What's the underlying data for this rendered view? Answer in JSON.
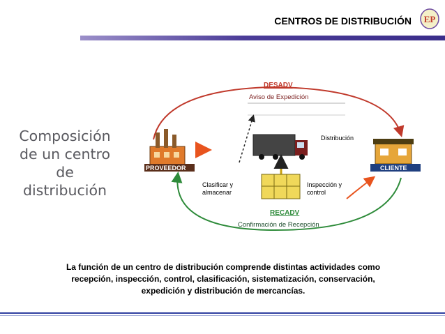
{
  "header": {
    "title": "CENTROS DE DISTRIBUCIÓN"
  },
  "side_title": {
    "lines": [
      "Composición",
      "de un centro",
      "de",
      "distribución"
    ]
  },
  "diagram": {
    "desadv": "DESADV",
    "aviso": "Aviso de Expedición",
    "recadv": "RECADV",
    "confirmacion": "Confirmación de Recepción",
    "proveedor": "PROVEEDOR",
    "cliente": "CLIENTE",
    "distribucion": "Distribución",
    "clasificar": [
      "Clasificar y",
      "almacenar"
    ],
    "inspeccion": [
      "Inspección y",
      "control"
    ]
  },
  "caption": {
    "lines": [
      "La función de un centro de distribución comprende distintas actividades como",
      "recepción, inspección, control, clasificación, sistematización, conservación,",
      "expedición y distribución de mercancías."
    ]
  },
  "colors": {
    "accent": "#3a2d8a",
    "cycle_red": "#c0392b",
    "cycle_green": "#2e8b3a",
    "arrow_orange": "#e8541e"
  }
}
